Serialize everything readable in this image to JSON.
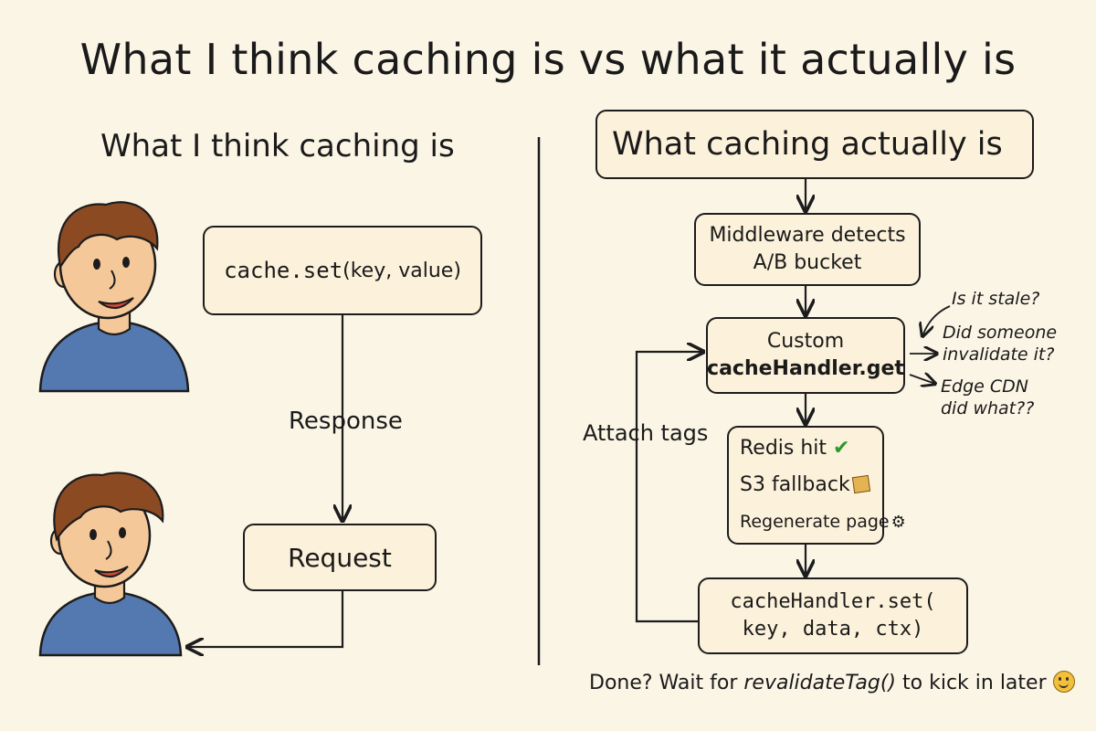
{
  "title": "What I think caching is vs what it actually is",
  "left": {
    "heading": "What I think caching is",
    "set_call": "cache.set",
    "set_args": "(key, value)",
    "response_label": "Response",
    "request_label": "Request"
  },
  "right": {
    "heading": "What caching actually is",
    "middleware_line1": "Middleware detects",
    "middleware_line2": "A/B bucket",
    "custom_line1": "Custom",
    "custom_line2": "cacheHandler.get",
    "notes": {
      "stale": "Is it stale?",
      "invalidate": "Did someone invalidate it?",
      "edge": "Edge CDN did what??"
    },
    "redis": "Redis hit",
    "s3": "S3 fallback",
    "regen": "Regenerate page",
    "set_line1": "cacheHandler.set(",
    "set_line2": "key, data, ctx)",
    "attach_label": "Attach tags"
  },
  "footer": {
    "prefix": "Done? Wait for ",
    "code": "revalidateTag()",
    "suffix": " to kick in later"
  },
  "icons": {
    "check": "check-icon",
    "box": "box-icon",
    "gear": "gear-icon",
    "smile": "smile-icon"
  },
  "colors": {
    "background": "#fbf5e6",
    "box_fill": "#fcf1da",
    "shirt": "#5479b0",
    "hair": "#8b4a22",
    "skin": "#f5c89a",
    "check": "#2a9a2a"
  }
}
